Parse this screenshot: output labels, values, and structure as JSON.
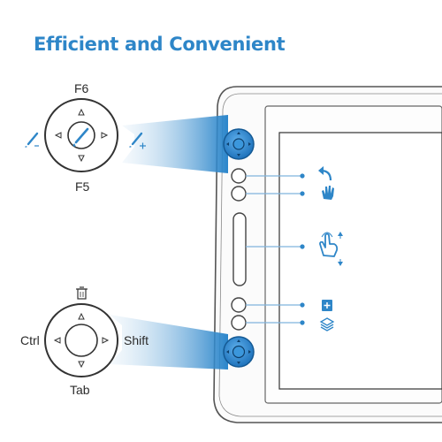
{
  "heading": "Efficient and Convenient",
  "top_dial": {
    "up_label": "F6",
    "down_label": "F5"
  },
  "bottom_dial": {
    "left_label": "Ctrl",
    "right_label": "Shift",
    "down_label": "Tab"
  },
  "icons": {
    "top_left": "brush-minus-icon",
    "top_center": "brush-icon",
    "top_right": "brush-plus-icon",
    "bottom_top": "trash-icon",
    "undo": "undo-arrow-icon",
    "hand": "hand-pan-icon",
    "scroll": "touch-scroll-icon",
    "zoom": "plus-box-icon",
    "layers": "layers-icon"
  },
  "colors": {
    "accent": "#2e86c8",
    "dial_blue": "#2f8ad0",
    "tablet_frame": "#5a5a5a",
    "label_text": "#2b2b2b"
  }
}
